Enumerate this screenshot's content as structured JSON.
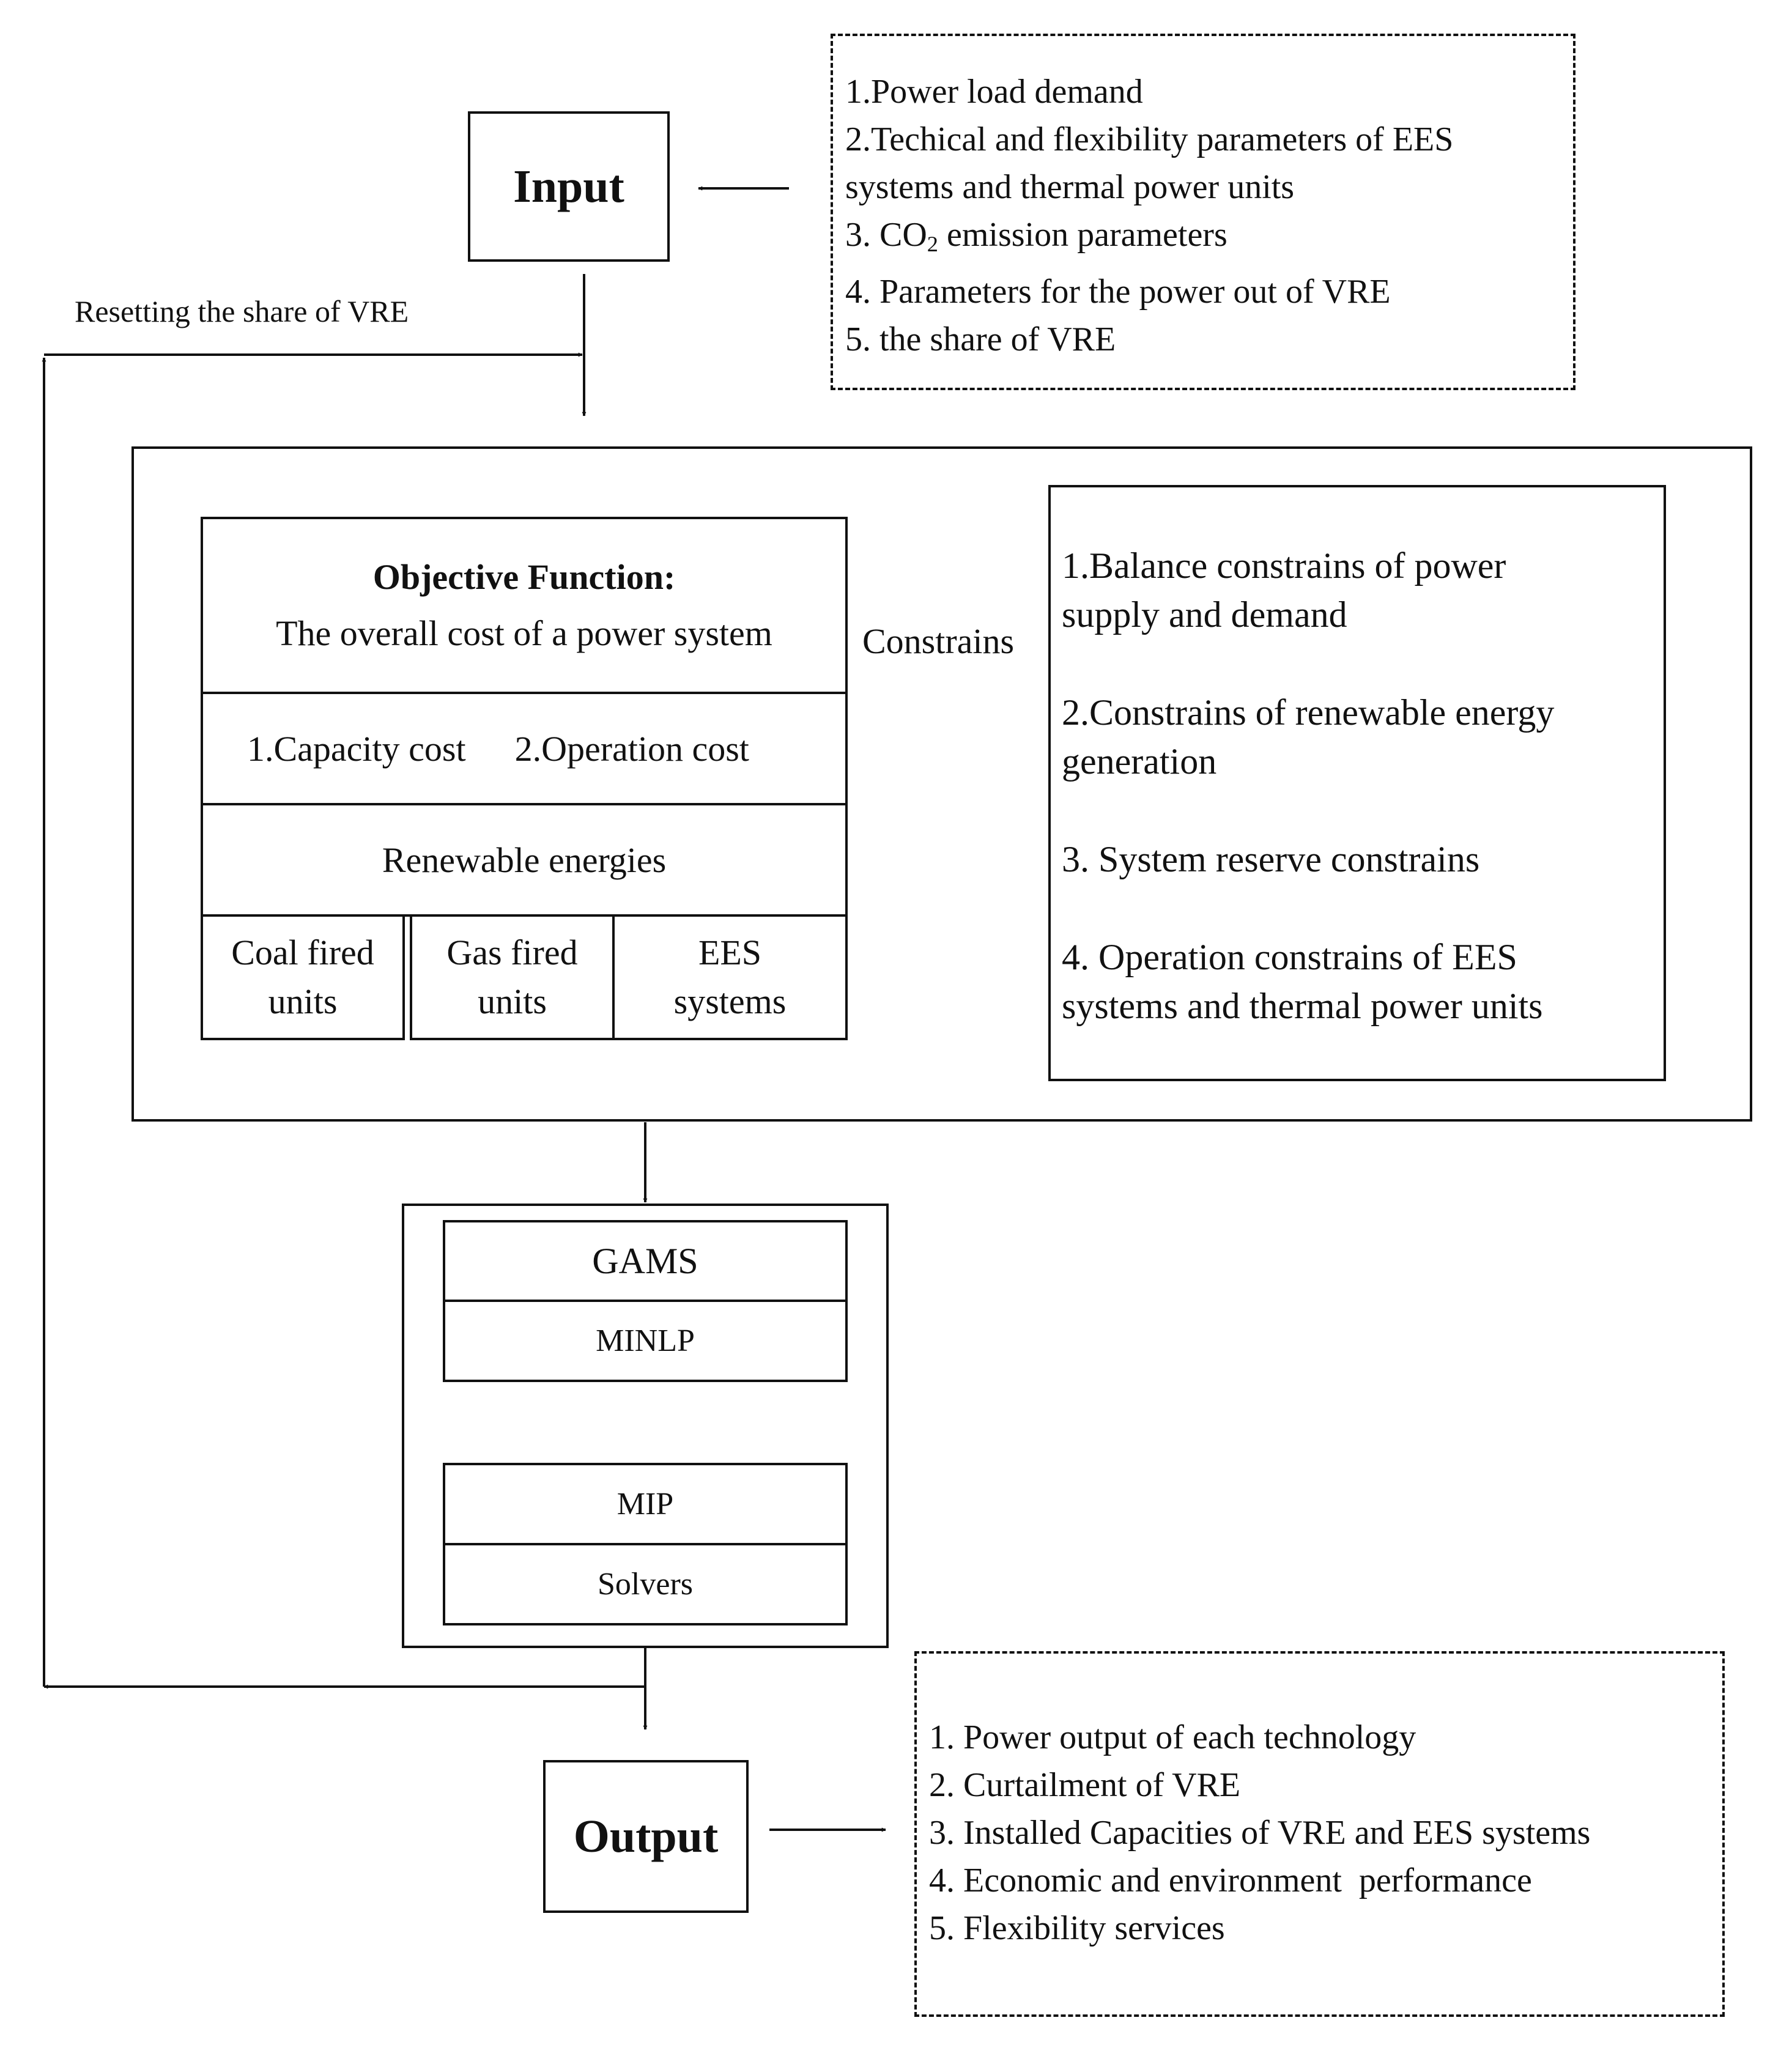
{
  "input": {
    "title": "Input",
    "items": [
      "1.Power load demand",
      "2.Techical and flexibility parameters of EES",
      "systems and thermal power units",
      "4. Parameters for the power out of VRE",
      "5. the share of VRE"
    ],
    "co2_item": {
      "prefix": "3. CO",
      "subscript": "2",
      "suffix": " emission parameters"
    }
  },
  "feedback_label": "Resetting the share of VRE",
  "objective": {
    "title": "Objective Function:",
    "subtitle": "The overall cost of a power system",
    "capacity_cost": "1.Capacity cost",
    "operation_cost": "2.Operation cost",
    "renewable": "Renewable energies",
    "units": [
      {
        "line1": "Coal fired",
        "line2": "units"
      },
      {
        "line1": "Gas fired",
        "line2": "units"
      },
      {
        "line1": "EES",
        "line2": "systems"
      }
    ]
  },
  "constraints": {
    "label": "Constrains",
    "items": [
      [
        "1.Balance constrains of power",
        "supply and demand"
      ],
      [
        "2.Constrains of renewable energy",
        "generation"
      ],
      [
        "3. System reserve constrains"
      ],
      [
        "4. Operation constrains of EES",
        "systems and thermal power units"
      ]
    ]
  },
  "solver": {
    "gams": "GAMS",
    "minlp": "MINLP",
    "mip": "MIP",
    "solvers": "Solvers"
  },
  "output": {
    "title": "Output",
    "items": [
      "1. Power output of each technology",
      "2. Curtailment of VRE",
      "3. Installed Capacities of VRE and EES systems",
      "4. Economic and environment  performance",
      "5. Flexibility services"
    ]
  }
}
